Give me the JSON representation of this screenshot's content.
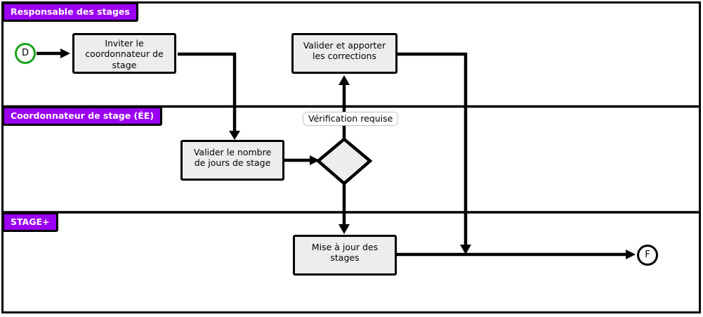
{
  "diagram": {
    "lanes": [
      {
        "label": "Responsable des stages"
      },
      {
        "label": "Coordonnateur de stage (ÉE)"
      },
      {
        "label": "STAGE+"
      }
    ],
    "nodes": {
      "start_event": "D",
      "end_event": "F",
      "task_invite": "Inviter le coordonnateur de stage",
      "task_validate_days": "Valider le nombre de jours de stage",
      "task_corrections": "Valider et apporter les corrections",
      "task_update": "Mise à jour des stages"
    },
    "edge_label": "Vérification requise",
    "colors": {
      "lane_label_bg": "#9b00f2",
      "start_event_border": "#19a219",
      "node_fill": "#ededed",
      "stroke": "#000000"
    }
  }
}
